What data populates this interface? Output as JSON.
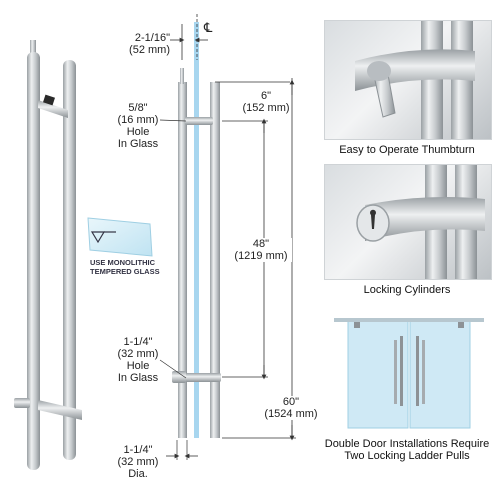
{
  "dimensions": {
    "offset": {
      "line1": "2-1/16\"",
      "line2": "(52 mm)"
    },
    "centerline_symbol": "℄",
    "hole_top": {
      "line1": "5/8\"",
      "line2": "(16 mm)",
      "line3": "Hole",
      "line4": "In Glass"
    },
    "projection": {
      "line1": "6\"",
      "line2": "(152 mm)"
    },
    "center_to_center": {
      "line1": "48\"",
      "line2": "(1219 mm)"
    },
    "hole_bottom": {
      "line1": "1-1/4\"",
      "line2": "(32 mm)",
      "line3": "Hole",
      "line4": "In Glass"
    },
    "overall_length": {
      "line1": "60\"",
      "line2": "(1524 mm)"
    },
    "diameter": {
      "line1": "1-1/4\"",
      "line2": "(32 mm)",
      "line3": "Dia."
    }
  },
  "glass_note": {
    "line1": "USE MONOLITHIC",
    "line2": "TEMPERED GLASS"
  },
  "photos": [
    {
      "caption": "Easy to Operate Thumbturn"
    },
    {
      "caption": "Locking Cylinders"
    },
    {
      "caption_line1": "Double Door Installations Require",
      "caption_line2": "Two Locking Ladder Pulls"
    }
  ],
  "colors": {
    "steel": "#c9cdd0",
    "steel_dark": "#8d9296",
    "glass": "#a8d6ef",
    "dim_line": "#333333"
  }
}
